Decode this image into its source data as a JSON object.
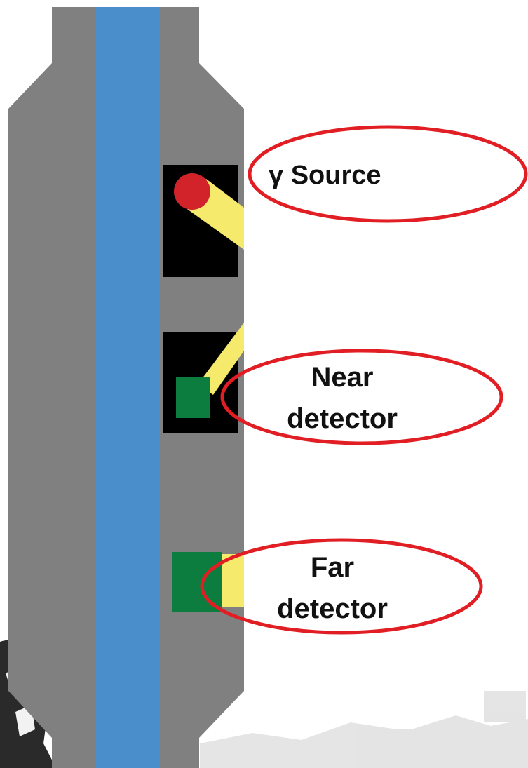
{
  "labels": {
    "source": "γ Source",
    "near_line1": "Near",
    "near_line2": "detector",
    "far_line1": "Far",
    "far_line2": "detector"
  },
  "colors": {
    "tool_body": "#808080",
    "borehole_fluid": "#4a8fcc",
    "shield": "#000000",
    "source": "#d2232a",
    "gamma_ray_path": "#f5ea6b",
    "detector": "#0c7d3f",
    "highlight_ellipse": "#e01e24",
    "background": "#ffffff",
    "ground_texture": "#cfcfcf"
  },
  "icons": {
    "source": "red-dot-icon",
    "near_detector": "green-square-icon",
    "far_detector": "green-square-icon",
    "corner_logo": "logo-icon"
  }
}
